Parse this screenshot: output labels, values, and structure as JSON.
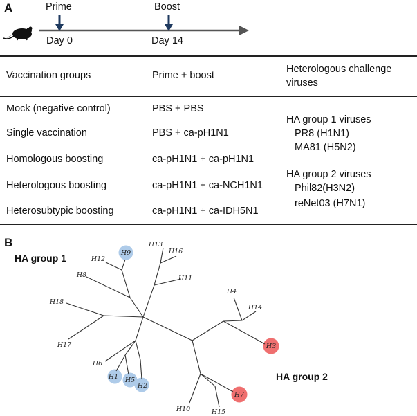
{
  "panel_a": {
    "label": "A",
    "timeline": {
      "prime_label": "Prime",
      "boost_label": "Boost",
      "day0_label": "Day 0",
      "day14_label": "Day 14"
    },
    "table": {
      "headers": [
        "Vaccination groups",
        "Prime + boost",
        "Heterologous challenge viruses"
      ],
      "rows": [
        {
          "group": "Mock (negative control)",
          "regimen": "PBS + PBS"
        },
        {
          "group": "Single vaccination",
          "regimen": "PBS + ca-pH1N1"
        },
        {
          "group": "Homologous boosting",
          "regimen": "ca-pH1N1 + ca-pH1N1"
        },
        {
          "group": "Heterologous boosting",
          "regimen": "ca-pH1N1 + ca-NCH1N1"
        },
        {
          "group": "Heterosubtypic boosting",
          "regimen": "ca-pH1N1 + ca-IDH5N1"
        }
      ],
      "challenge": {
        "group1_title": "HA group 1 viruses",
        "group1_viruses": [
          "PR8 (H1N1)",
          "MA81 (H5N2)"
        ],
        "group2_title": "HA group 2 viruses",
        "group2_viruses": [
          "Phil82(H3N2)",
          "reNet03 (H7N1)"
        ]
      }
    }
  },
  "panel_b": {
    "label": "B",
    "group1_label": "HA group 1",
    "group2_label": "HA group 2",
    "colors": {
      "group1_highlight": "#aecbe9",
      "group2_highlight": "#ef6f6f"
    },
    "tips": {
      "H1": "H1",
      "H2": "H2",
      "H3": "H3",
      "H4": "H4",
      "H5": "H5",
      "H6": "H6",
      "H7": "H7",
      "H8": "H8",
      "H9": "H9",
      "H10": "H10",
      "H11": "H11",
      "H12": "H12",
      "H13": "H13",
      "H14": "H14",
      "H15": "H15",
      "H16": "H16",
      "H17": "H17",
      "H18": "H18"
    }
  }
}
